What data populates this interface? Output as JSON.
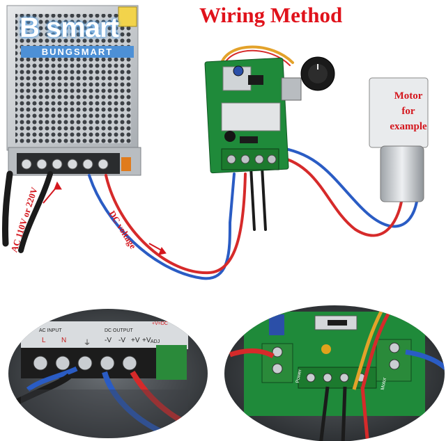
{
  "title": "Wiring Method",
  "brand": {
    "name": "B smart",
    "tagline": "BUNGSMART"
  },
  "motor_label": [
    "Motor",
    "for",
    "example"
  ],
  "labels": {
    "ac": "AC 110V or 220V",
    "dc": "DC voltage"
  },
  "psu_panel": {
    "ac_input": "AC INPUT",
    "dc_output": "DC OUTPUT",
    "terminals": [
      "L",
      "N",
      "⏚",
      "-V",
      "-V",
      "+V",
      "+V"
    ],
    "adj": "ADJ",
    "voltage": "+V=DC"
  },
  "pcb_labels": {
    "power": "Power",
    "motor": "Motor"
  },
  "colors": {
    "title": "#e0121b",
    "annotation": "#d4161d",
    "wire_red": "#d62a2a",
    "wire_blue": "#2a5cc4",
    "pcb_green": "#1f8a3a",
    "terminal_green": "#1c7a2e"
  }
}
